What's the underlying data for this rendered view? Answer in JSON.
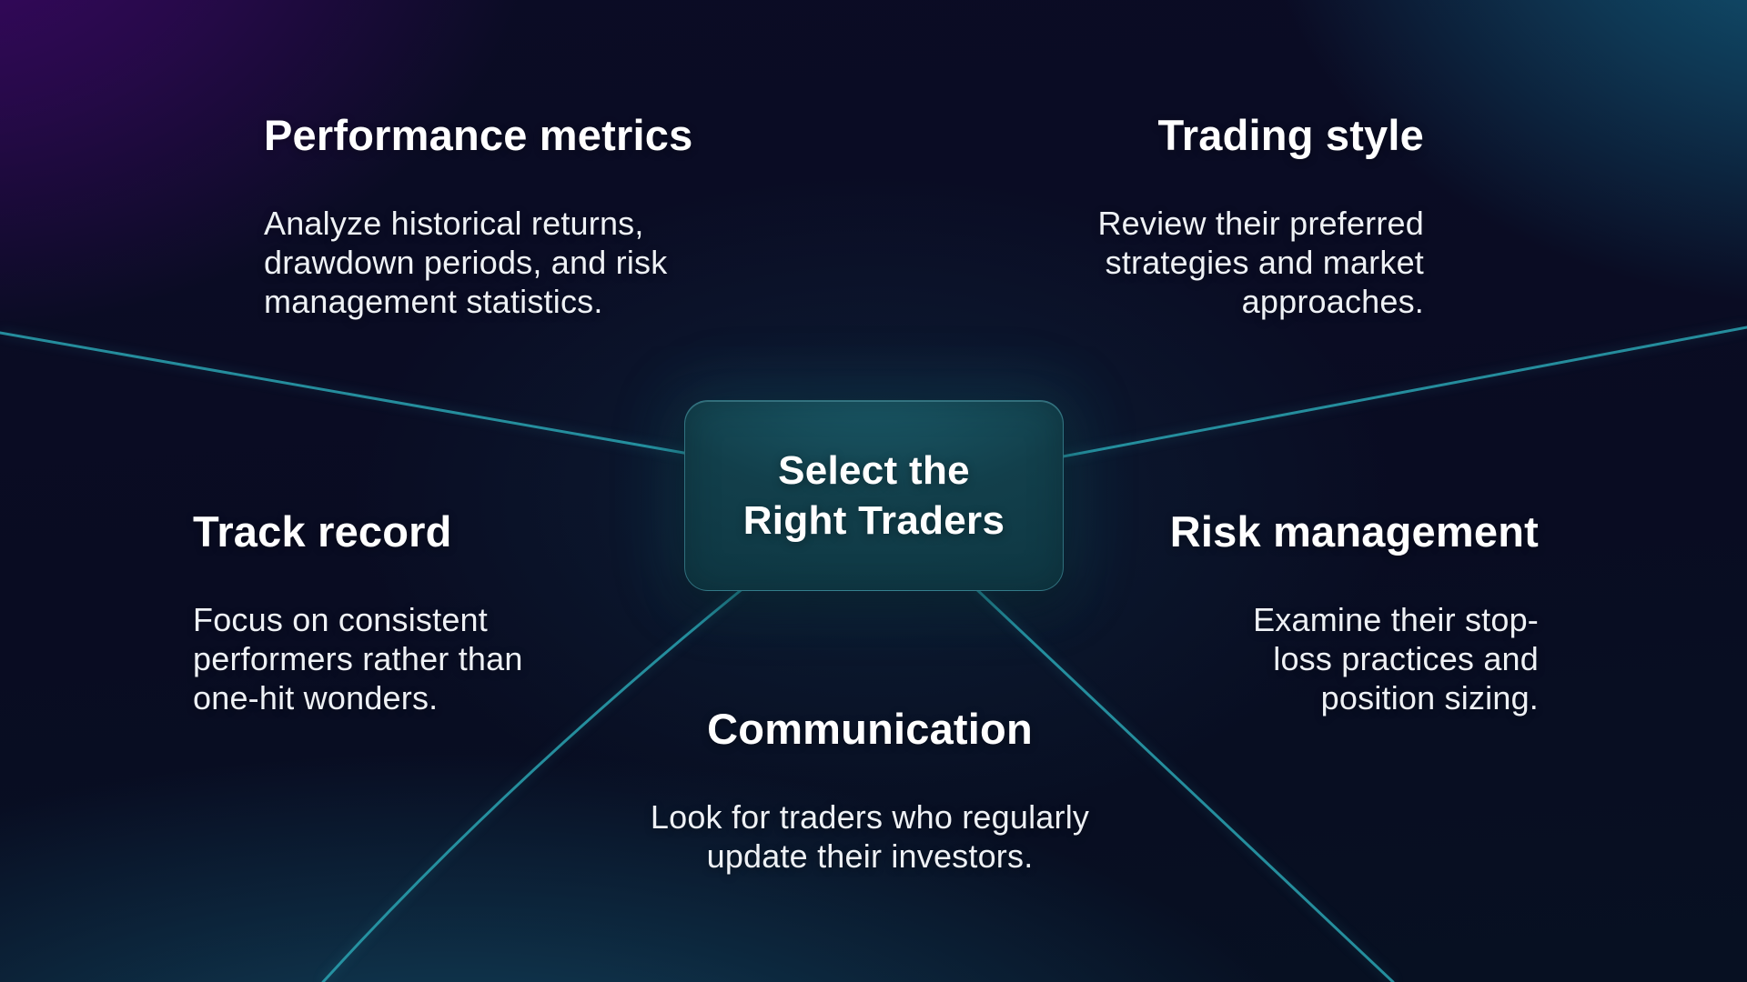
{
  "center_node": {
    "title": "Select the Right Traders",
    "title_lines": [
      "Select the",
      "Right Traders"
    ]
  },
  "sections": [
    {
      "id": "performance-metrics",
      "title": "Performance metrics",
      "body": "Analyze historical returns, drawdown periods, and risk management statistics.",
      "body_lines": [
        "Analyze historical returns,",
        "drawdown periods, and risk",
        "management statistics."
      ],
      "align": "left"
    },
    {
      "id": "trading-style",
      "title": "Trading style",
      "body": "Review their preferred strategies and market approaches.",
      "body_lines": [
        "Review their preferred",
        "strategies and market",
        "approaches."
      ],
      "align": "right"
    },
    {
      "id": "track-record",
      "title": "Track record",
      "body": "Focus on consistent performers rather than one-hit wonders.",
      "body_lines": [
        "Focus on consistent",
        "performers rather than",
        "one-hit wonders."
      ],
      "align": "left"
    },
    {
      "id": "risk-management",
      "title": "Risk management",
      "body": "Examine their stop-loss practices and position sizing.",
      "body_lines": [
        "Examine their stop-",
        "loss practices and",
        "position sizing."
      ],
      "align": "right"
    },
    {
      "id": "communication",
      "title": "Communication",
      "body": "Look for traders who regularly update their investors.",
      "body_lines": [
        "Look for traders who regularly",
        "update their investors."
      ],
      "align": "center"
    }
  ],
  "colors": {
    "accent_line": "#2aa3b2",
    "accent_line_bright": "#43cdd8",
    "node_fill_top": "#1d6170",
    "node_fill": "#123f4b",
    "node_fill_dark": "#0d3440",
    "node_border": "#60c2d1",
    "title_color": "#ffffff",
    "body_color": "#eef1f5",
    "glow_purple": "#3e0768",
    "glow_teal_top_right": "#126282",
    "glow_teal_bottom": "#165672",
    "bg_base": "#090c22"
  }
}
